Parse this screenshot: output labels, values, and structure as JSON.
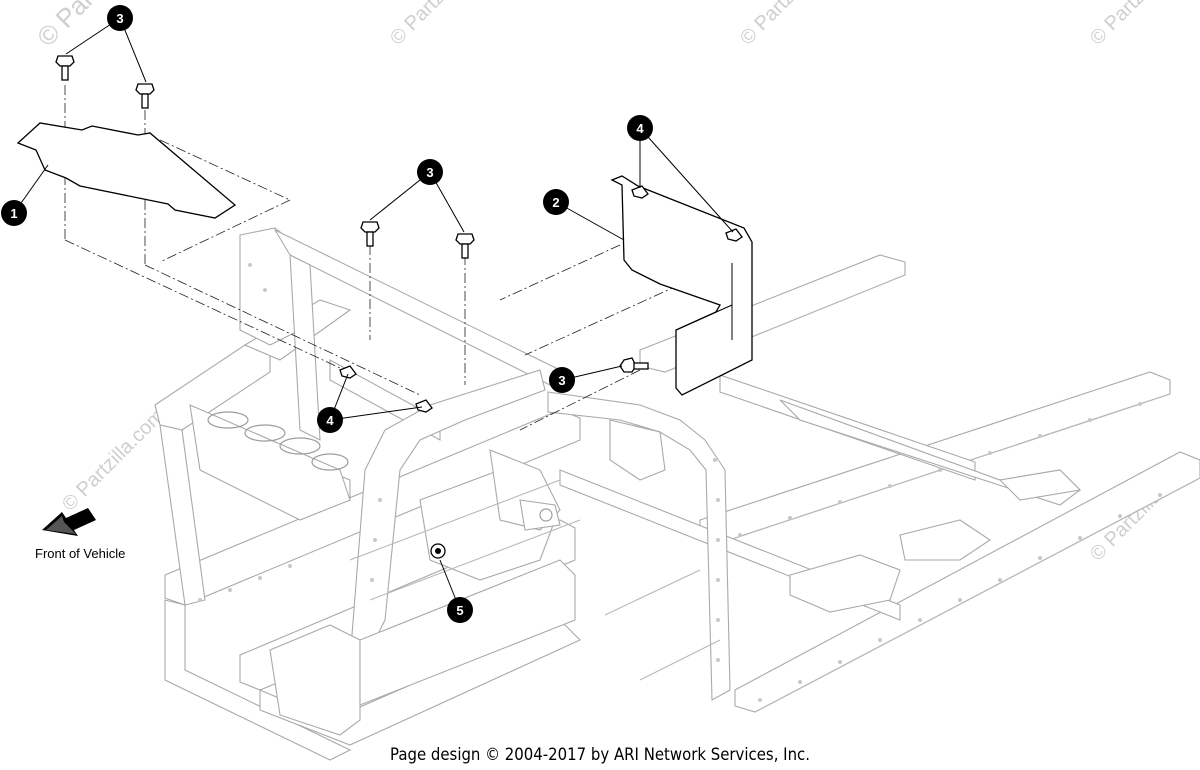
{
  "diagram": {
    "watermarks": [
      "© Partzilla.com",
      "© Partzilla.com",
      "© Partzilla.com",
      "© Partzilla.com",
      "© Partzilla.com",
      "© Partzilla.com",
      "© Partzilla.com"
    ],
    "callouts": [
      "1",
      "2",
      "3",
      "3",
      "3",
      "4",
      "4",
      "5"
    ],
    "front_label": "Front of Vehicle",
    "footer": "Page design © 2004-2017 by ARI Network Services, Inc.",
    "colors": {
      "lines": "#000000",
      "frame": "#a9a9a9",
      "watermark": "#cfcfcf",
      "callout_fill": "#000000"
    },
    "icons": {
      "front_indicator": "arrow-icon"
    }
  }
}
